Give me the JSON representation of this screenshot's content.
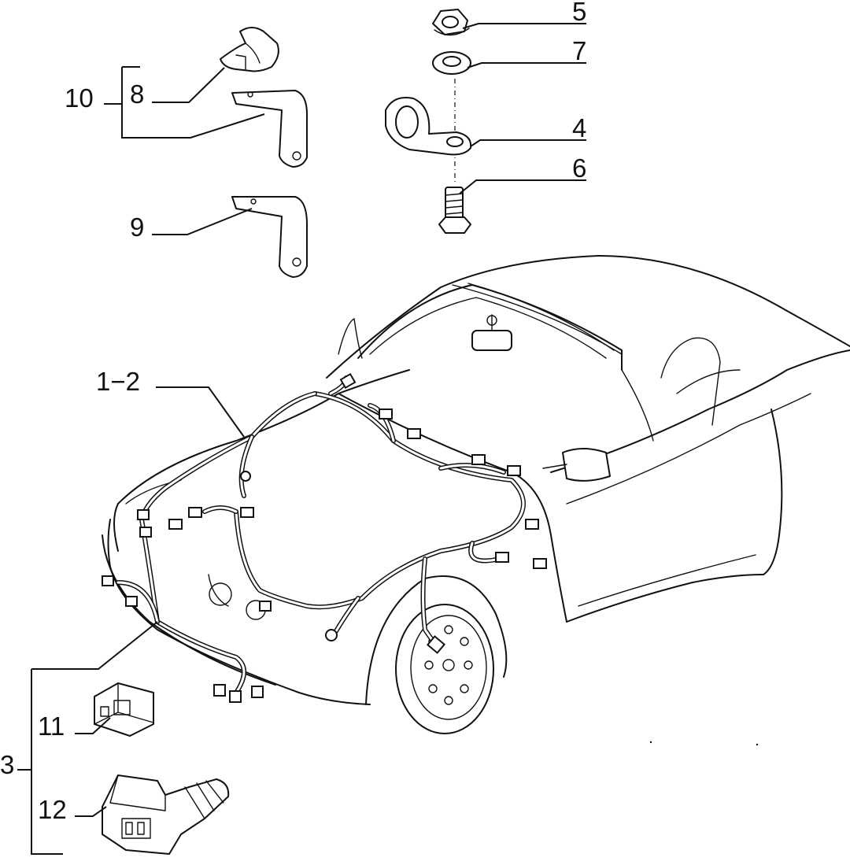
{
  "callouts": {
    "c5": "5",
    "c7": "7",
    "c4": "4",
    "c6": "6",
    "c10": "10",
    "c8": "8",
    "c9": "9",
    "c1_2": "1−2",
    "c3": "3",
    "c11": "11",
    "c12": "12"
  },
  "icons": [
    "nut",
    "washer",
    "p-clip",
    "bolt",
    "wire-clip",
    "bracket",
    "bracket-alt",
    "fuse-holder",
    "connector",
    "car-wiring-harness"
  ]
}
